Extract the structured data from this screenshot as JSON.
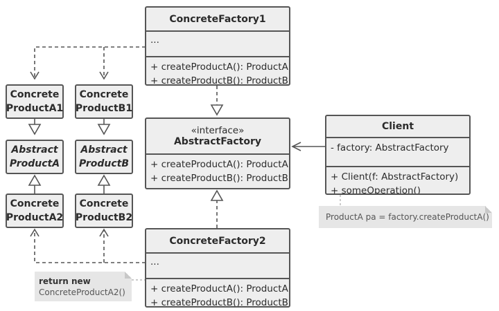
{
  "concrete_factory1": {
    "title": "ConcreteFactory1",
    "fields": "...",
    "methods": [
      "+ createProductA(): ProductA",
      "+ createProductB(): ProductB"
    ]
  },
  "abstract_factory": {
    "stereotype": "«interface»",
    "title": "AbstractFactory",
    "methods": [
      "+ createProductA(): ProductA",
      "+ createProductB(): ProductB"
    ]
  },
  "concrete_factory2": {
    "title": "ConcreteFactory2",
    "fields": "...",
    "methods": [
      "+ createProductA(): ProductA",
      "+ createProductB(): ProductB"
    ]
  },
  "client": {
    "title": "Client",
    "fields": "- factory: AbstractFactory",
    "methods": [
      "+ Client(f: AbstractFactory)",
      "+ someOperation()"
    ]
  },
  "products": {
    "a1": [
      "Concrete",
      "ProductA1"
    ],
    "b1": [
      "Concrete",
      "ProductB1"
    ],
    "abstract_a": [
      "Abstract",
      "ProductA"
    ],
    "abstract_b": [
      "Abstract",
      "ProductB"
    ],
    "a2": [
      "Concrete",
      "ProductA2"
    ],
    "b2": [
      "Concrete",
      "ProductB2"
    ]
  },
  "notes": {
    "client_note": "ProductA pa = factory.createProductA()",
    "factory2_note_bold": "return new",
    "factory2_note_text": "ConcreteProductA2()"
  },
  "colors": {
    "box_fill": "#eeeeee",
    "border": "#555555",
    "note_fill": "#e6e6e6"
  }
}
